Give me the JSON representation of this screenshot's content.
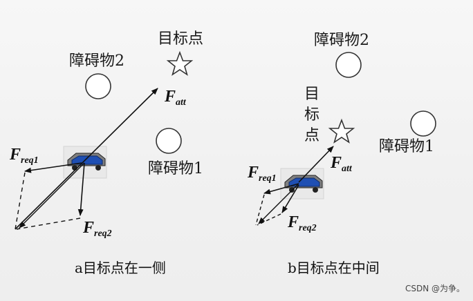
{
  "panel_a": {
    "target_label": "目标点",
    "obstacle2_label": "障碍物2",
    "obstacle1_label": "障碍物1",
    "f_att": {
      "main": "F",
      "sub": "att"
    },
    "f_req1": {
      "main": "F",
      "sub": "req1"
    },
    "f_req2": {
      "main": "F",
      "sub": "req2"
    },
    "caption": "a目标点在一侧"
  },
  "panel_b": {
    "obstacle2_label": "障碍物2",
    "target_chars": [
      "目",
      "标",
      "点"
    ],
    "obstacle1_label": "障碍物1",
    "f_att": {
      "main": "F",
      "sub": "att"
    },
    "f_req1": {
      "main": "F",
      "sub": "req1"
    },
    "f_req2": {
      "main": "F",
      "sub": "req2"
    },
    "caption": "b目标点在中间"
  },
  "watermark": "CSDN @为争。",
  "colors": {
    "car_body": "#2c3e7a",
    "car_roof": "#1f4fb3",
    "car_dark": "#222222",
    "stroke": "#111111"
  }
}
